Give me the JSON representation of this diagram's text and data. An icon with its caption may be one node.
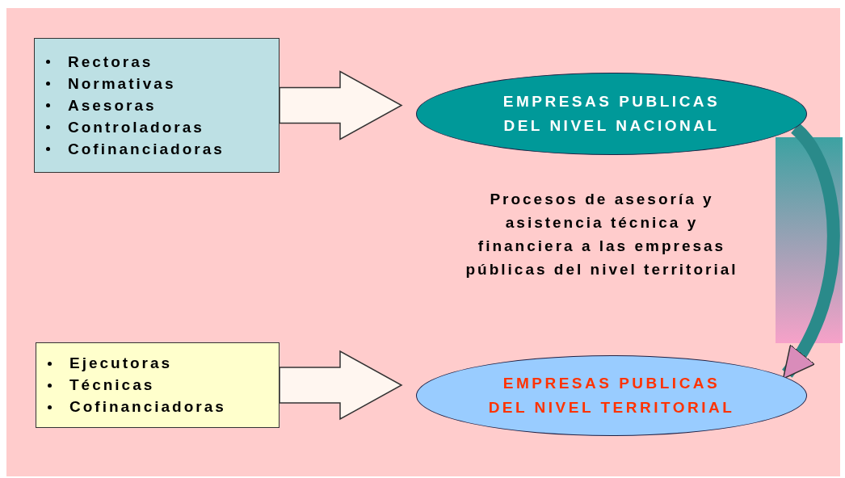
{
  "diagram": {
    "nodes": [
      {
        "text": [
          "Rectoras",
          "Normativas",
          "Asesoras",
          "Controladoras",
          "Cofinanciadoras"
        ]
      },
      {
        "text": [
          "EMPRESAS PUBLICAS DEL NIVEL NACIONAL"
        ]
      },
      {
        "text": [
          "Ejecutoras",
          "Técnicas",
          "Cofinanciadoras"
        ]
      },
      {
        "text": [
          "EMPRESAS PUBLICAS DEL NIVEL TERRITORIAL"
        ]
      }
    ],
    "edges": [
      {
        "from": 0,
        "to": 1,
        "arrow": "to"
      },
      {
        "from": 2,
        "to": 3,
        "arrow": "to"
      },
      {
        "from": 1,
        "to": 3,
        "arrow": "to"
      }
    ],
    "labels": [
      "Procesos de asesoría y asistencia técnica y financiera a las empresas públicas del nivel territorial"
    ]
  }
}
